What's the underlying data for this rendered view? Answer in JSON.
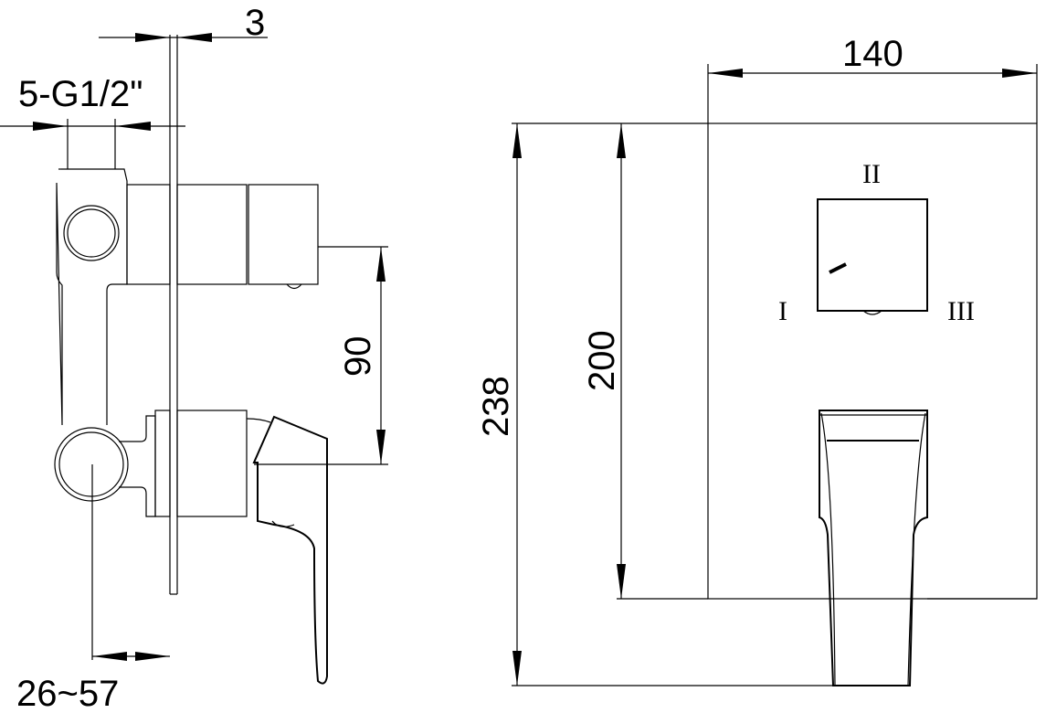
{
  "dimensions": {
    "plate_thickness": "3",
    "connections": "5-G1/2\"",
    "spacing": "90",
    "depth_range": "26~57",
    "width": "140",
    "total_height": "238",
    "plate_height": "200"
  },
  "diverter_positions": [
    "I",
    "II",
    "III"
  ]
}
